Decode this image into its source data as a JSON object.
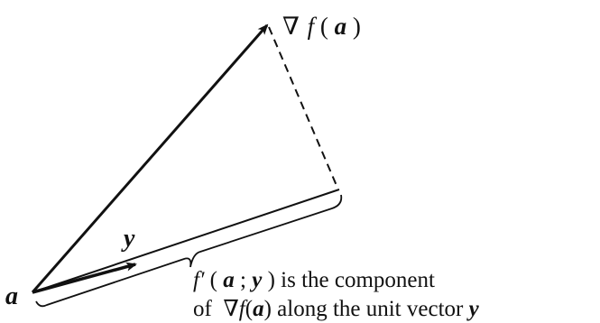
{
  "labels": {
    "gradient_nabla": "∇",
    "gradient_f": "f",
    "gradient_open": "(",
    "gradient_a": "a",
    "gradient_close": ")",
    "point_a": "a",
    "vector_y": "y"
  },
  "caption": {
    "line1": {
      "f_prime": "f′",
      "open": "(",
      "a": "a",
      "semicolon": ";",
      "y": "y",
      "rest": ") is the component"
    },
    "line2": {
      "of": "of  ",
      "nabla": "∇",
      "f": "f",
      "open": "(",
      "a": "a",
      "close": ")",
      "rest": " along the unit vector ",
      "y": "y"
    }
  }
}
